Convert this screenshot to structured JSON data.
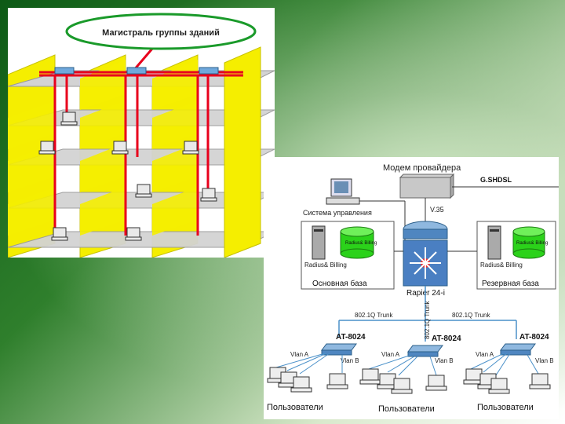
{
  "building_diagram": {
    "callout": "Магистраль группы зданий"
  },
  "network_diagram": {
    "provider_modem": "Модем провайдера",
    "link_gshdsl": "G.SHDSL",
    "link_v35": "V.35",
    "mgmt_system": "Система управления",
    "core_switch": "Rapier 24-i",
    "primary_base": "Основная база",
    "backup_base": "Резервная база",
    "radius_billing": "Radius& Billing",
    "trunk_label": "802.1Q Trunk",
    "switch_left": "AT-8024",
    "switch_center": "AT-8024",
    "switch_right": "AT-8024",
    "vlan_a": "Vlan A",
    "vlan_b": "Vlan B",
    "users": "Пользователи"
  },
  "colors": {
    "wall": "#f5ee00",
    "floor": "#d9d9d9",
    "cable": "#e8001c",
    "bg": "#1f6a22"
  }
}
